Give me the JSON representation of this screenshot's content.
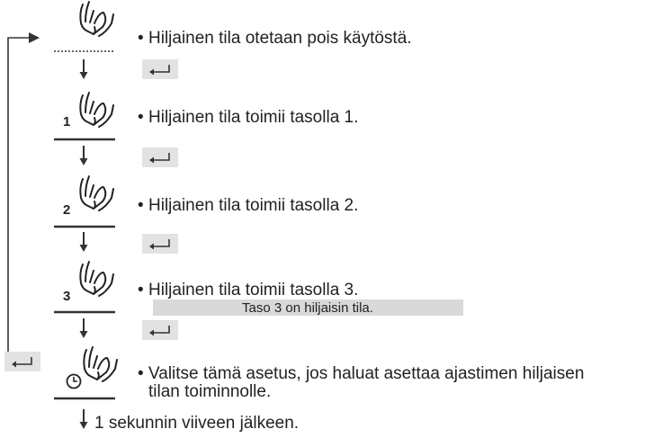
{
  "steps": [
    {
      "level": "",
      "description": "Hiljainen tila otetaan pois käytöstä.",
      "note": ""
    },
    {
      "level": "1",
      "description": "Hiljainen tila toimii tasolla 1.",
      "note": ""
    },
    {
      "level": "2",
      "description": "Hiljainen tila toimii tasolla 2.",
      "note": ""
    },
    {
      "level": "3",
      "description": "Hiljainen tila toimii tasolla 3.",
      "note": "Taso 3 on hiljaisin tila."
    },
    {
      "level": "",
      "description_lines": [
        "Valitse tämä asetus, jos haluat asettaa ajastimen hiljaisen",
        "tilan toiminnolle."
      ],
      "note": ""
    }
  ],
  "footer": {
    "text": "1 sekunnin viiveen jälkeen."
  },
  "icons": {
    "step_icon": "hand-press-icon",
    "enter": "enter-key-icon",
    "timer": "clock-icon"
  },
  "colors": {
    "line": "#333333",
    "enter_bg": "#e2e2e2",
    "highlight_bg": "#d9d9d9",
    "text": "#222222"
  }
}
